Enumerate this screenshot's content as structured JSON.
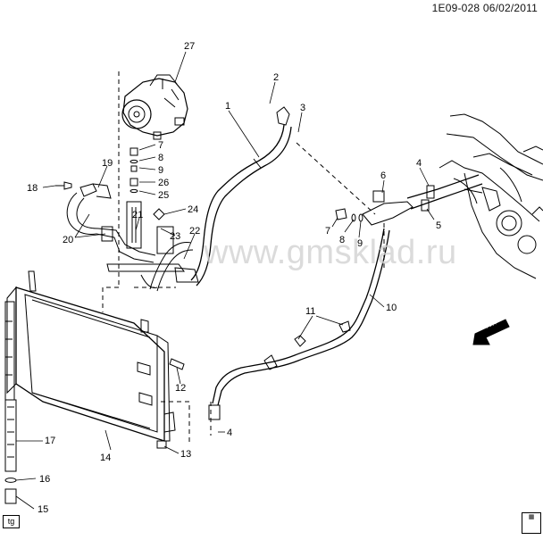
{
  "header": {
    "code": "1E09-028 06/02/2011"
  },
  "watermark": "www.gmsklad.ru",
  "tag": "tg",
  "direction_label": "FRT",
  "callouts": [
    "27",
    "2",
    "3",
    "1",
    "7",
    "8",
    "9",
    "26",
    "25",
    "19",
    "18",
    "21",
    "24",
    "22",
    "23",
    "20",
    "6",
    "4",
    "5",
    "7",
    "8",
    "9",
    "10",
    "11",
    "12",
    "17",
    "14",
    "13",
    "4",
    "16",
    "15"
  ]
}
